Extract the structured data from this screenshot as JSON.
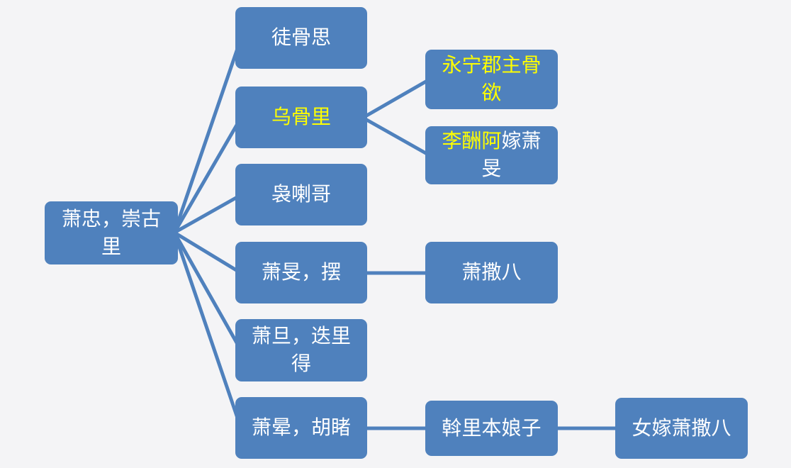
{
  "diagram": {
    "title": "family-tree",
    "colors": {
      "box": "#4f81bd",
      "line": "#4f81bd",
      "text": "#ffffff",
      "highlight_text": "#ffff00",
      "background": "#f4f4f6"
    },
    "nodes": {
      "root": {
        "label": "萧忠，崇古里"
      },
      "tugusi": {
        "label": "徒骨思"
      },
      "wuguli": {
        "label": "乌骨里"
      },
      "niaolage": {
        "label": "袅喇哥"
      },
      "xiaomin": {
        "label": "萧旻，摆"
      },
      "xiaodan": {
        "label": "萧旦，迭里得"
      },
      "xiaoyun": {
        "label": "萧晕，胡睹"
      },
      "yongning": {
        "label": "永宁郡主骨欲"
      },
      "lichoua": {
        "label_highlight": "李酬阿",
        "label_rest": "嫁萧旻"
      },
      "xiaosaba": {
        "label": "萧撒八"
      },
      "woliben": {
        "label": "斡里本娘子"
      },
      "nvjia": {
        "label": "女嫁萧撒八"
      }
    },
    "edges": [
      "root->tugusi",
      "root->wuguli",
      "root->niaolage",
      "root->xiaomin",
      "root->xiaodan",
      "root->xiaoyun",
      "wuguli->yongning",
      "wuguli->lichoua",
      "xiaomin->xiaosaba",
      "xiaoyun->woliben",
      "woliben->nvjia"
    ]
  }
}
